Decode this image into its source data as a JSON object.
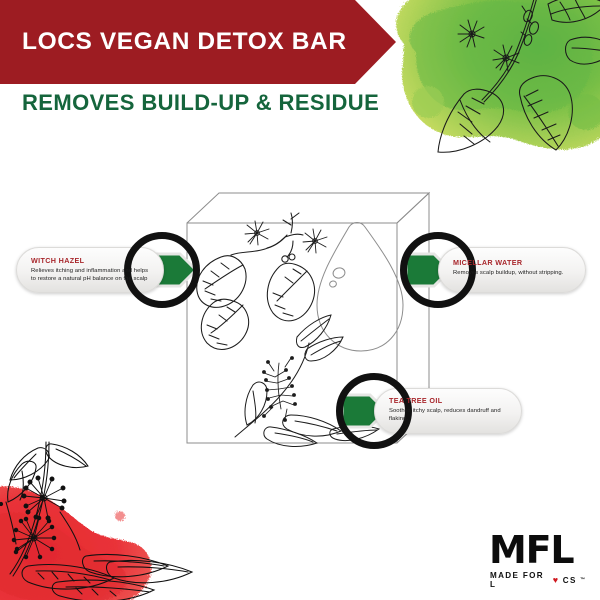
{
  "colors": {
    "banner_red": "#9d1c22",
    "heading_white": "#ffffff",
    "subheading_green": "#15653c",
    "chevron_green": "#1b7a38",
    "ring_black": "#111111",
    "callout_title_red": "#a8262b",
    "watercolor_green": "#7fc241",
    "watercolor_red": "#e8252b",
    "logo_black": "#0c0c0c",
    "logo_heart_red": "#d0181f"
  },
  "header": {
    "title": "LOCS VEGAN DETOX BAR",
    "subheading": "REMOVES BUILD-UP & RESIDUE"
  },
  "product": {
    "box_label": "product-box-line-drawing",
    "illustrations": [
      "witch-hazel-branch-illustration",
      "water-droplet-illustration",
      "tea-tree-sprig-illustration"
    ]
  },
  "callouts": [
    {
      "id": "witch-hazel",
      "title": "WITCH HAZEL",
      "body": "Relieves itching and inflammation and helps to restore a natural pH balance on the scalp",
      "side": "left"
    },
    {
      "id": "micellar-water",
      "title": "MICELLAR WATER",
      "body": "Removes scalp buildup, without stripping.",
      "side": "right"
    },
    {
      "id": "tea-tree-oil",
      "title": "TEA TREE OIL",
      "body": "Soothes itchy scalp, reduces dandruff and flaking.",
      "side": "right"
    }
  ],
  "logo": {
    "mark": "MFL",
    "tagline_part1": "MADE FOR L",
    "tagline_heart": "♥",
    "tagline_part2": "CS",
    "trademark": "™"
  },
  "decorations": [
    "green-watercolor-splash",
    "botanical-leaves-line-art-topright",
    "red-watercolor-splash",
    "botanical-flower-line-art-bottomleft"
  ]
}
